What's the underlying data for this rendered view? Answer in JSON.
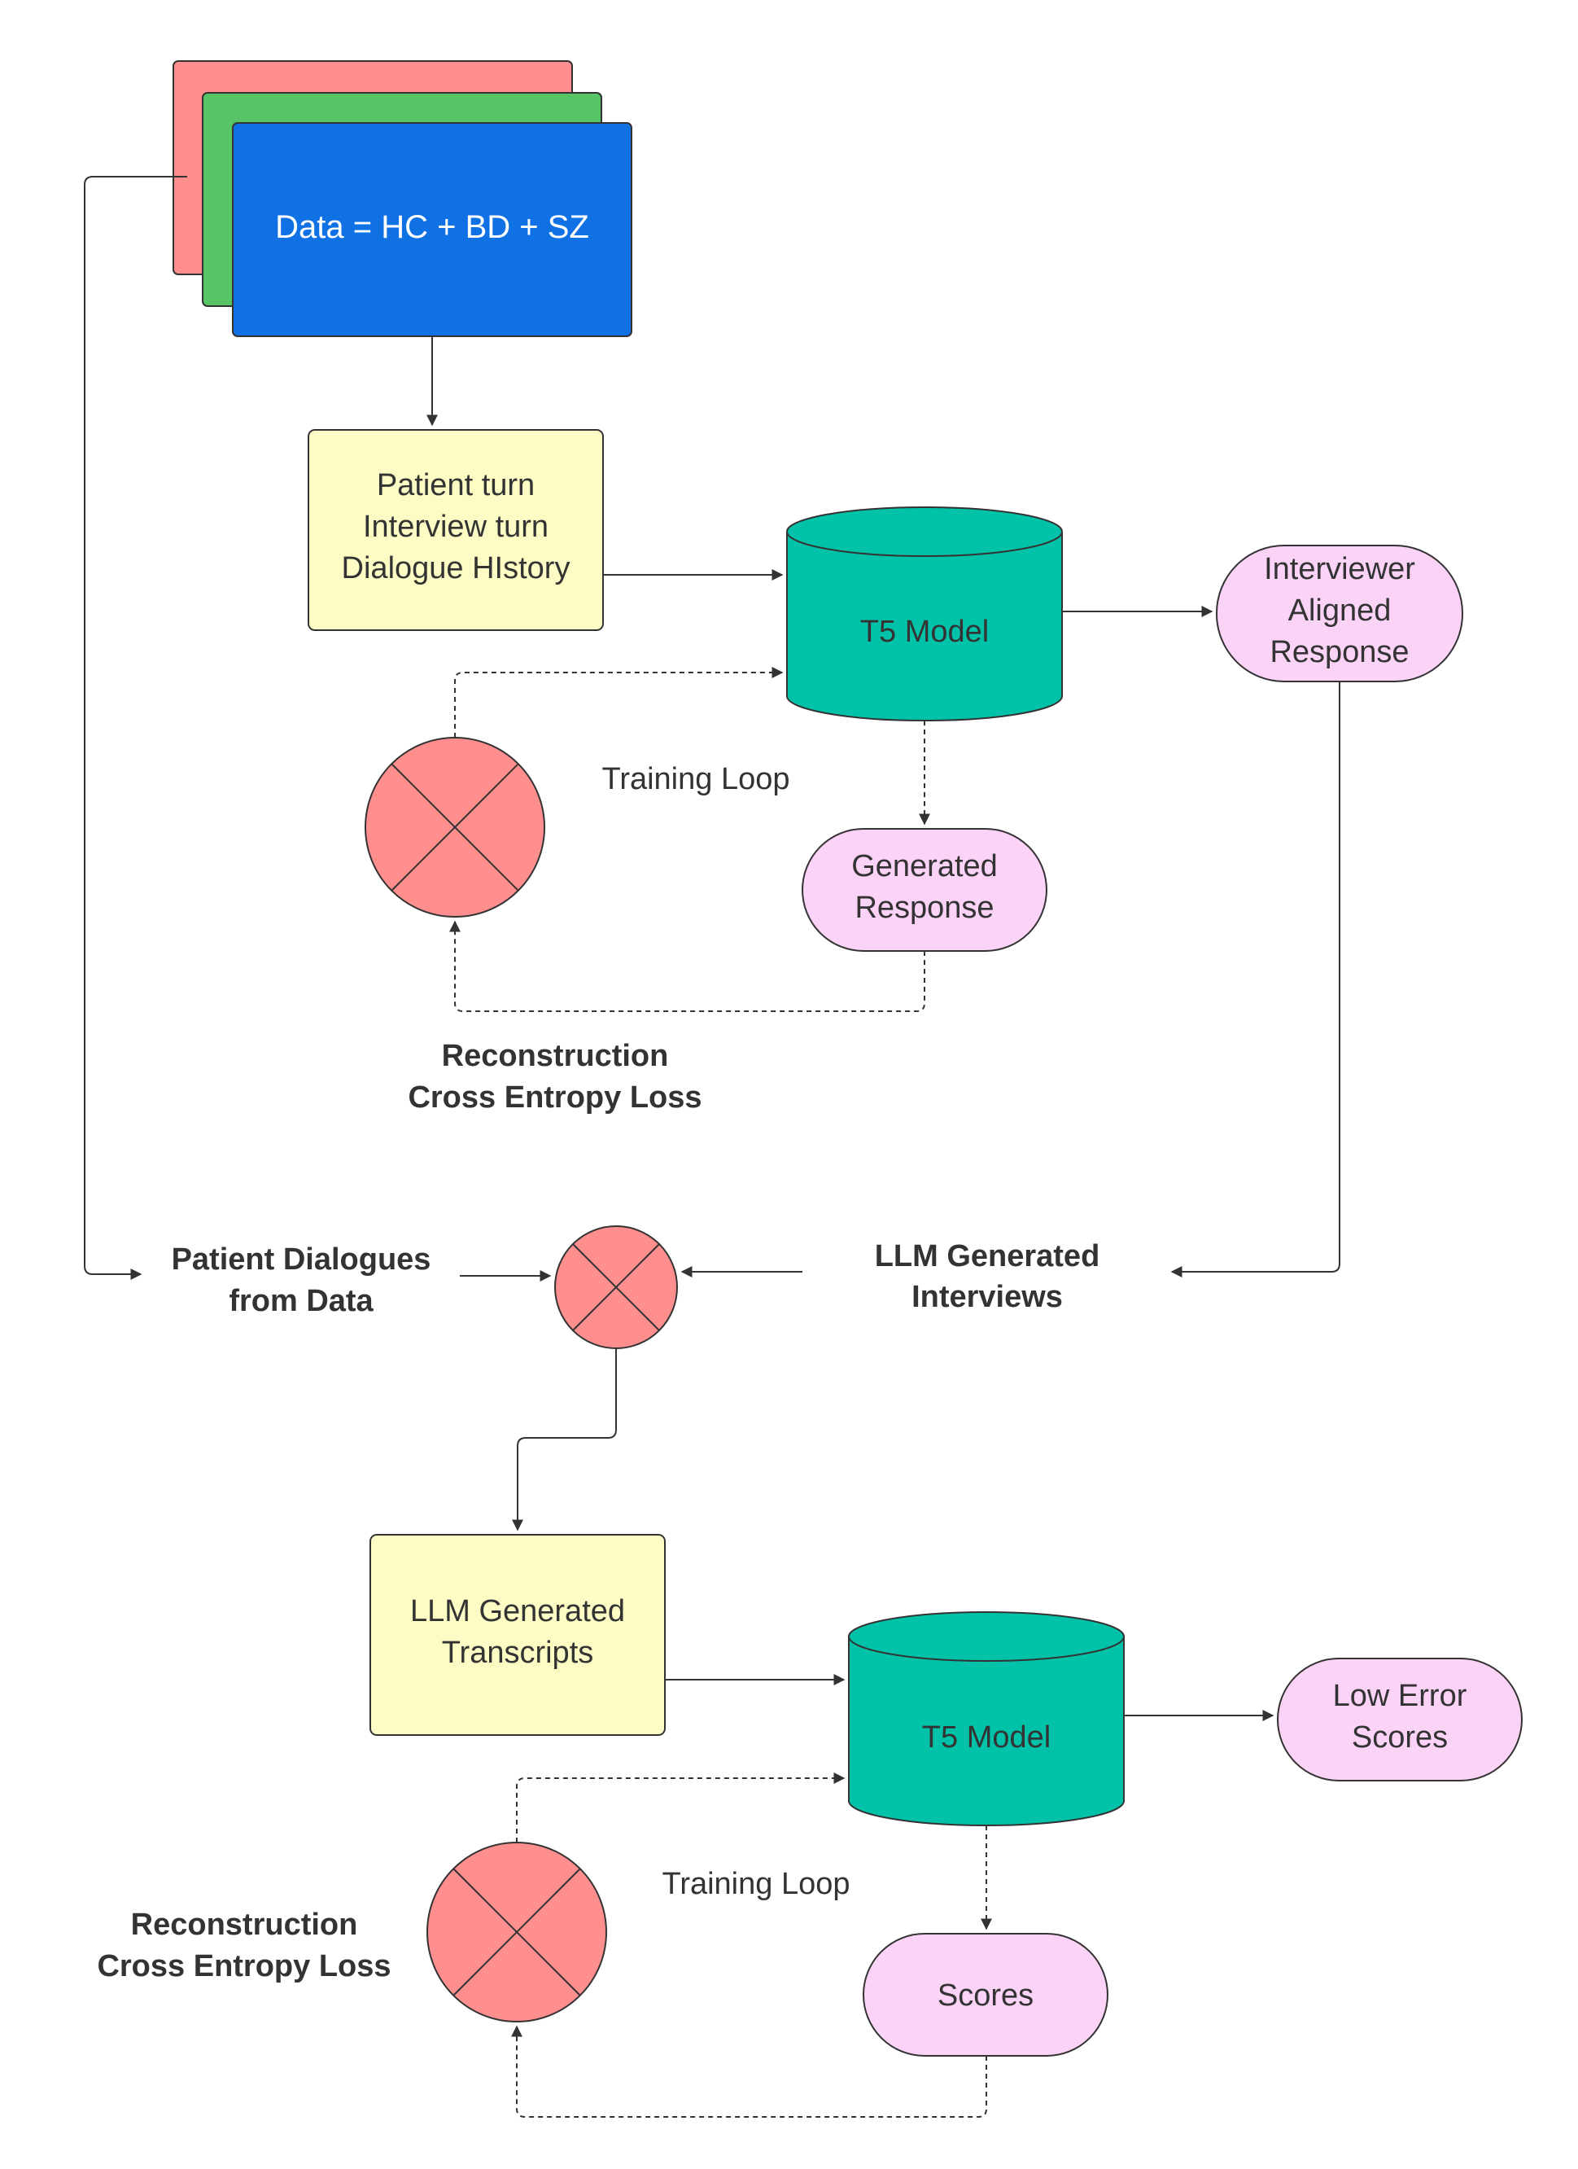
{
  "colors": {
    "stack_red": "#ff8f8f",
    "stack_green": "#57c566",
    "stack_blue": "#1071e5",
    "yellow_box": "#fcfcc4",
    "teal_cylinder": "#00c2a8",
    "pink_pill": "#fbd3f7",
    "loss_circle": "#ff8f8f",
    "line": "#333333"
  },
  "data_stack": {
    "label": "Data = HC + BD + SZ"
  },
  "top": {
    "input_box": {
      "lines": [
        "Patient turn",
        "Interview turn",
        "Dialogue HIstory"
      ]
    },
    "model": {
      "label": "T5 Model"
    },
    "aligned_response": {
      "lines": [
        "Interviewer",
        "Aligned",
        "Response"
      ]
    },
    "training_loop": "Training Loop",
    "generated_response": {
      "lines": [
        "Generated",
        "Response"
      ]
    },
    "loss_label": [
      "Reconstruction",
      "Cross Entropy Loss"
    ]
  },
  "merge": {
    "patient_dialogues": [
      "Patient Dialogues",
      "from Data"
    ],
    "llm_interviews": [
      "LLM Generated",
      "Interviews"
    ]
  },
  "bottom": {
    "input_box": {
      "lines": [
        "LLM Generated",
        "Transcripts"
      ]
    },
    "model": {
      "label": "T5 Model"
    },
    "low_error": {
      "lines": [
        "Low Error",
        "Scores"
      ]
    },
    "training_loop": "Training Loop",
    "scores": {
      "label": "Scores"
    },
    "loss_label": [
      "Reconstruction",
      "Cross Entropy Loss"
    ]
  }
}
